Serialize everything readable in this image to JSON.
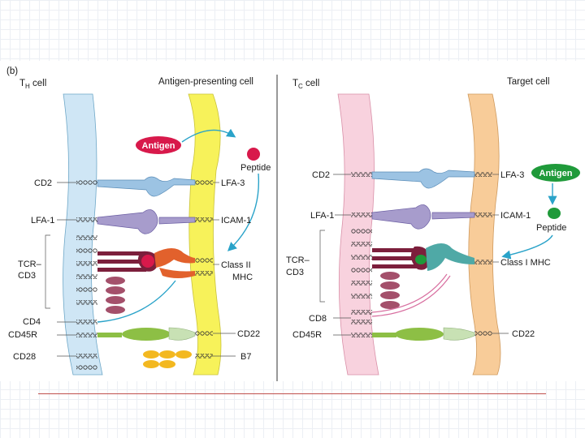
{
  "panel_letter": "(b)",
  "left": {
    "cell_a_prefix": "T",
    "cell_a_sub": "H",
    "cell_a_suffix": " cell",
    "cell_b": "Antigen-presenting cell",
    "antigen": "Antigen",
    "peptide": "Peptide",
    "labels_left": [
      "CD2",
      "LFA-1",
      "TCR–",
      "CD3",
      "CD4",
      "CD45R",
      "CD28"
    ],
    "labels_right": [
      "LFA-3",
      "ICAM-1",
      "Class II",
      "MHC",
      "CD22",
      "B7"
    ]
  },
  "right": {
    "cell_a_prefix": "T",
    "cell_a_sub": "C",
    "cell_a_suffix": " cell",
    "cell_b": "Target cell",
    "antigen": "Antigen",
    "peptide": "Peptide",
    "labels_left": [
      "CD2",
      "LFA-1",
      "TCR–",
      "CD3",
      "CD8",
      "CD45R"
    ],
    "labels_right": [
      "LFA-3",
      "ICAM-1",
      "Class I MHC",
      "CD22"
    ]
  },
  "colors": {
    "th_membrane": "#cfe6f5",
    "apc_membrane": "#f7f25a",
    "tc_membrane": "#f8d2de",
    "target_membrane": "#f8cc99",
    "antigen_red": "#d8194b",
    "antigen_green": "#1f9a3a",
    "arrow_blue": "#2aa3c9",
    "cd2_blue": "#9cc3e3",
    "lfa1_purple": "#a79ccc",
    "tcr_maroon": "#7c1f3c",
    "mhc_orange": "#e2612c",
    "classI_teal": "#4fa9a6",
    "cd3_mauve": "#a4506b",
    "cd45_green": "#8dbf45",
    "cd22_green": "#c8e1b4",
    "b7_yellow": "#f3b820"
  }
}
